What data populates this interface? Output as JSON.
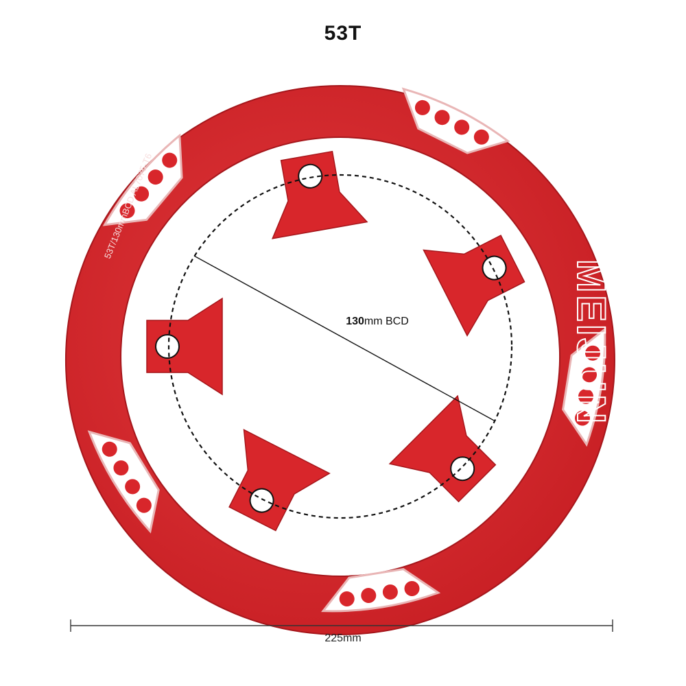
{
  "title": "53T",
  "bcd_label_strong": "130",
  "bcd_label_rest": "mm BCD",
  "outer_dimension": "225mm",
  "ring_engraving": "53T/130mmBCD AL7075-T6",
  "logo_text": "MEIJUN",
  "colors": {
    "ring": "#d8262b",
    "ring_dark": "#b31b20",
    "edge": "#f4c9c9",
    "background": "#ffffff",
    "text": "#111111"
  },
  "bolt_count": 5,
  "window_count": 5
}
